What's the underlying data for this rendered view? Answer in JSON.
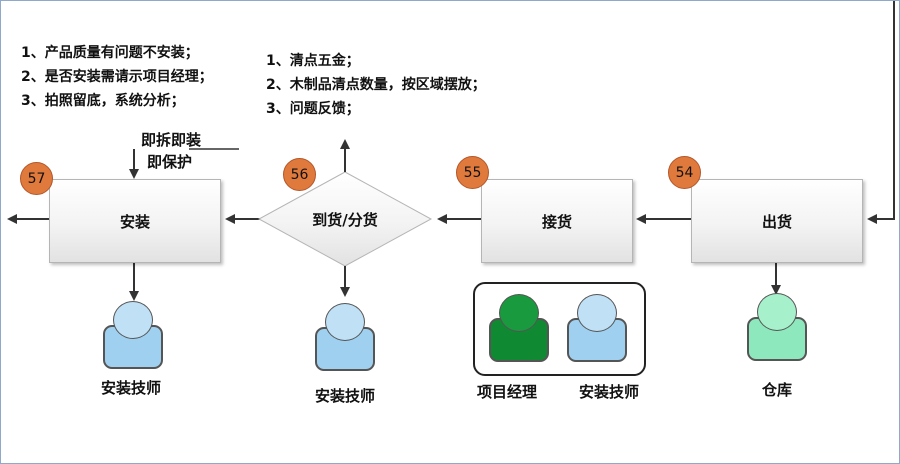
{
  "notes": {
    "left": [
      "1、产品质量有问题不安装；",
      "2、是否安装需请示项目经理；",
      "3、拍照留底，系统分析；"
    ],
    "middle": [
      "1、清点五金；",
      "2、木制品清点数量，按区域摆放；",
      "3、问题反馈；"
    ]
  },
  "process_steps": [
    {
      "id": "install",
      "label": "安装",
      "badge": "57",
      "shape": "rectangle"
    },
    {
      "id": "arrival",
      "label": "到货/分货",
      "badge": "56",
      "shape": "diamond"
    },
    {
      "id": "receive",
      "label": "接货",
      "badge": "55",
      "shape": "rectangle"
    },
    {
      "id": "ship",
      "label": "出货",
      "badge": "54",
      "shape": "rectangle"
    }
  ],
  "annotation": {
    "line1": "即拆即装",
    "line2": "即保护"
  },
  "roles": {
    "install": "安装技师",
    "arrival": "安装技师",
    "receive_pm": "项目经理",
    "receive_tech": "安装技师",
    "ship": "仓库"
  },
  "colors": {
    "badge": "#e07a3c",
    "person_blue": "#9fd0ef",
    "person_green": "#0f8a32",
    "person_mint": "#8ee8bd",
    "arrow": "#333333",
    "frame": "#8ea9c9"
  }
}
